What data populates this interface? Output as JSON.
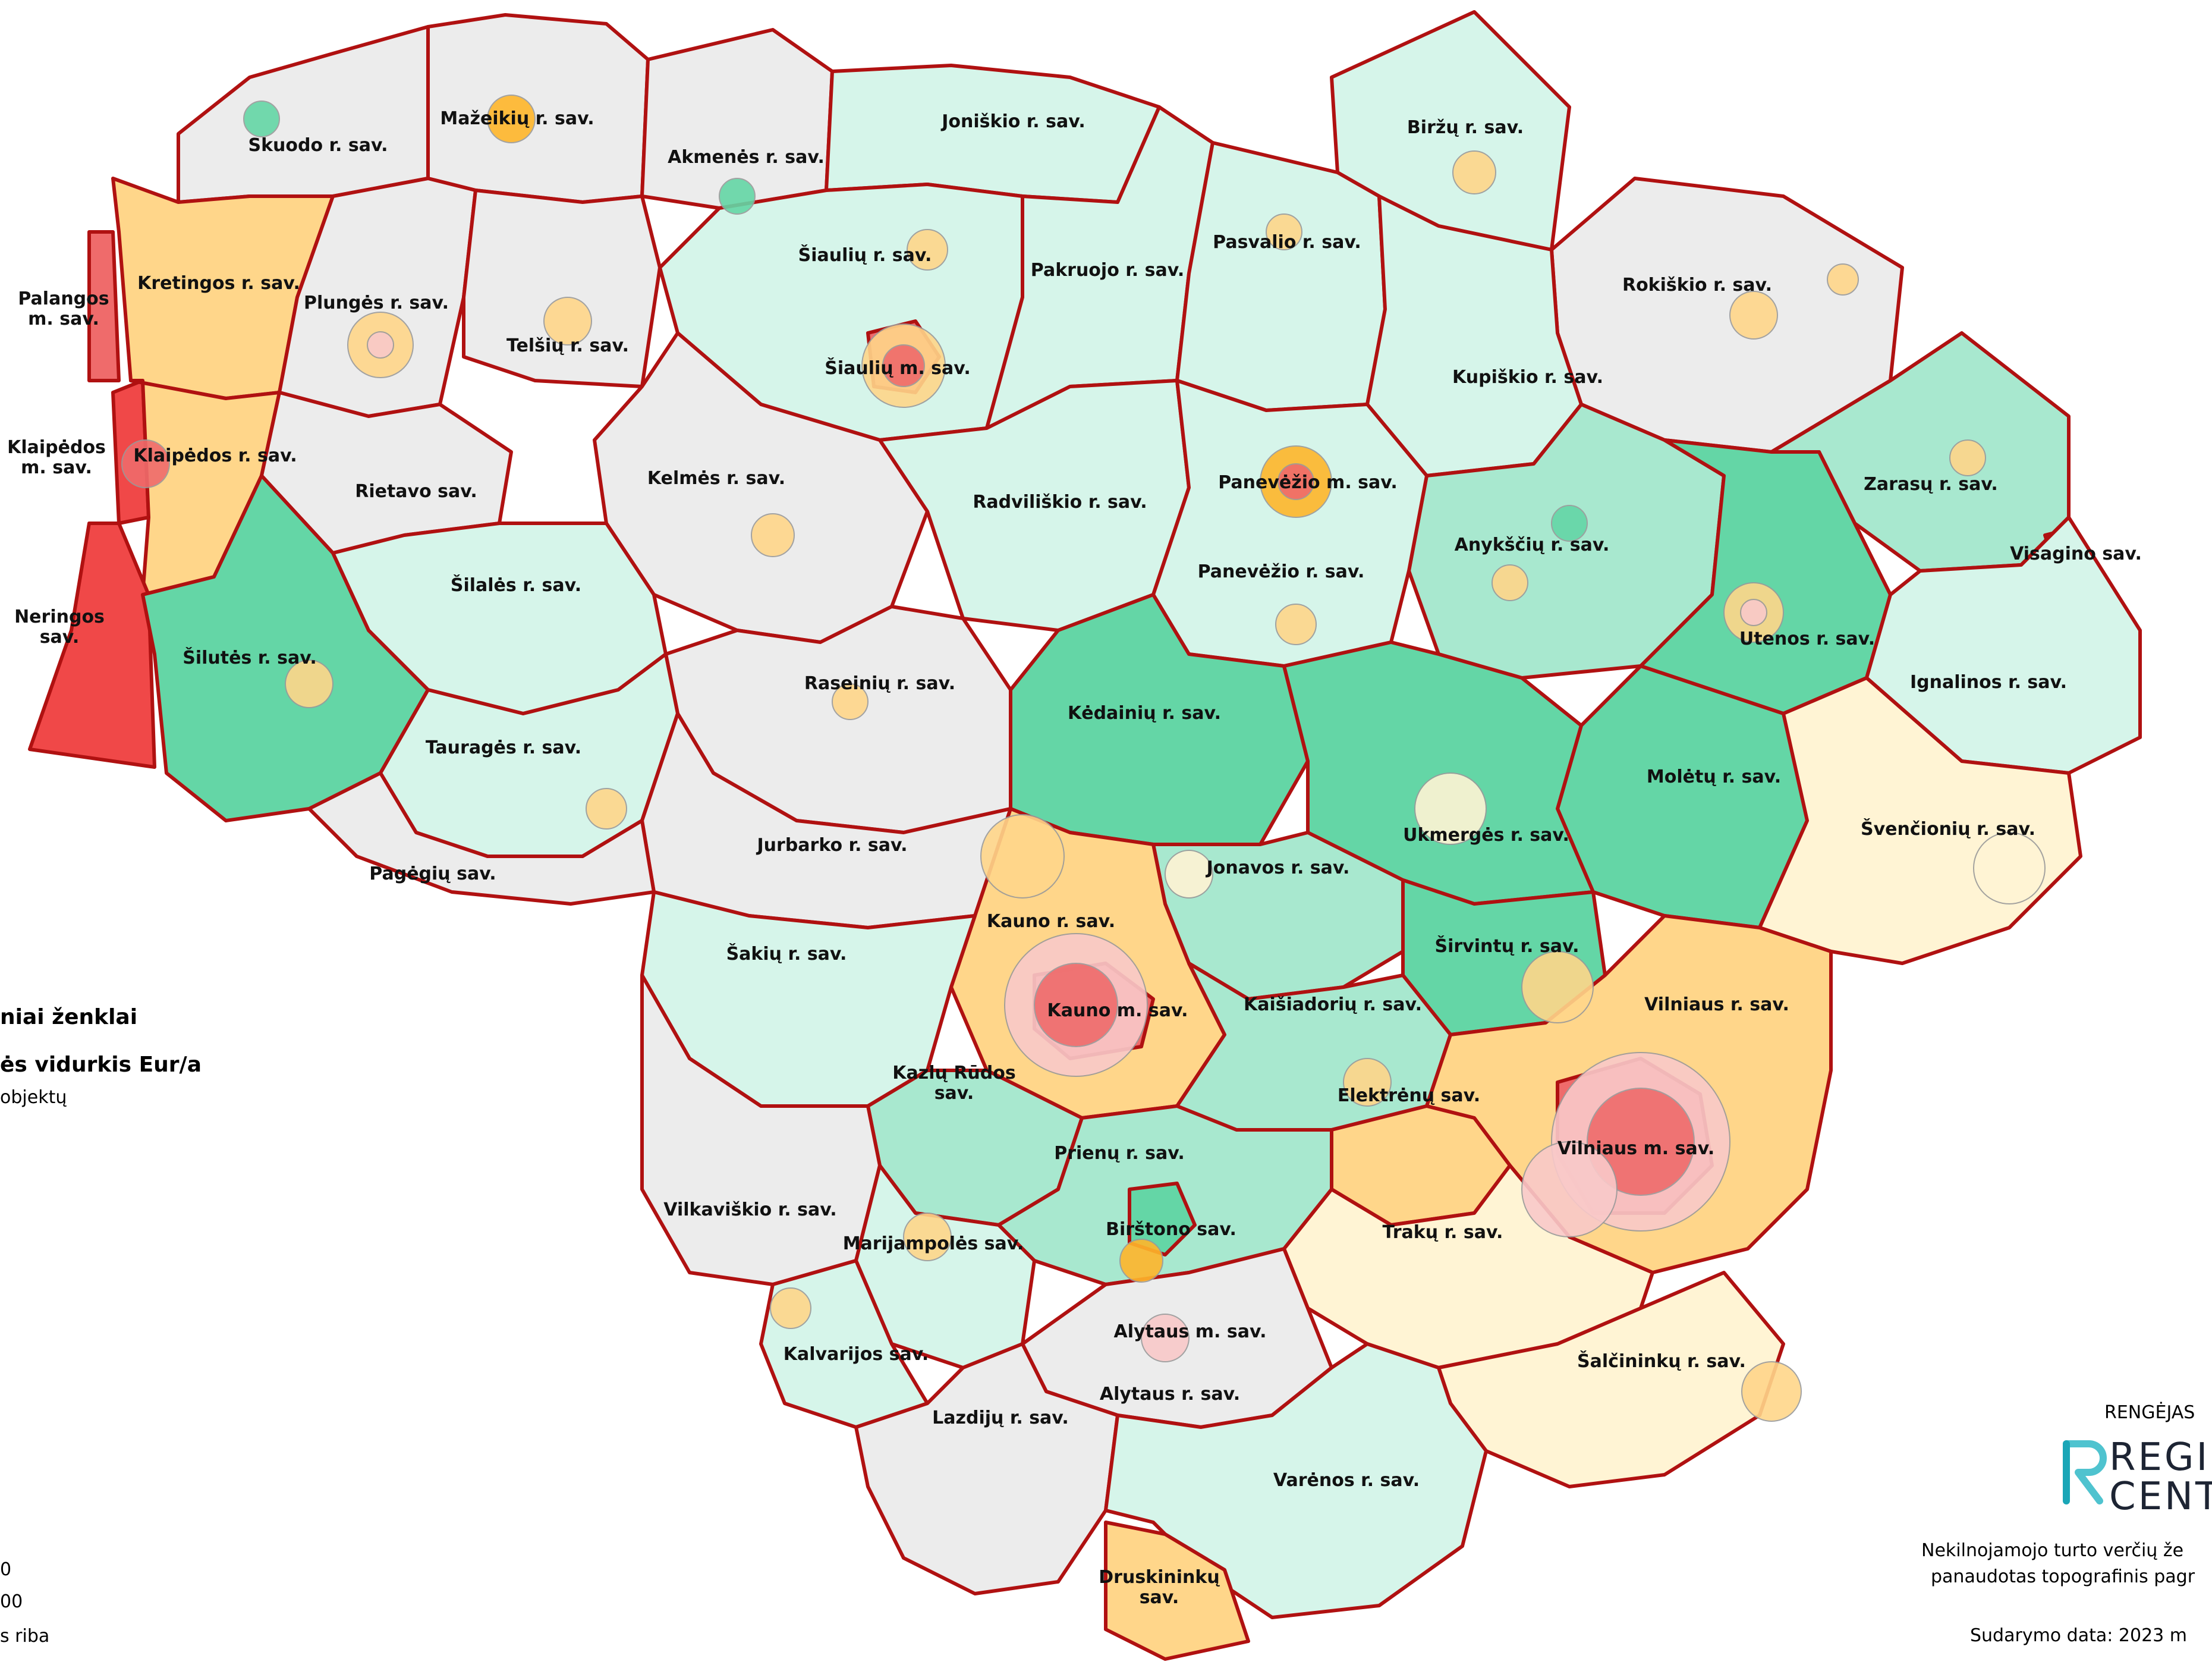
{
  "colors": {
    "very_low": "#ececec",
    "low": "#d6f5ea",
    "mid_low": "#a8e8cf",
    "mid": "#64d6a6",
    "green_high": "#2ecc8f",
    "pale_yellow": "#fff4d4",
    "yellow": "#ffd68a",
    "orange": "#ffb62b",
    "pink": "#f9c9c9",
    "red": "#ef6b6b",
    "strong_red": "#f04848",
    "boundary": "#b01111"
  },
  "legend": {
    "title": "niai ženklai",
    "subtitle": "ės vidurkis Eur/a",
    "note": "objektų",
    "item1": "0",
    "item2": "00",
    "item3": "s riba"
  },
  "credits": {
    "author_label": "RENGĖJAS",
    "logo_line1": "REGIST",
    "logo_line2": "CENTR",
    "desc_line1": "Nekilnojamojo turto verčių že",
    "desc_line2": "panaudotas topografinis pagr",
    "date": "Sudarymo data: 2023 m"
  },
  "municipalities": [
    {
      "id": "skuodo",
      "name": "Skuodo r. sav.",
      "fill": "very_low"
    },
    {
      "id": "mazeikiu",
      "name": "Mažeikių r. sav.",
      "fill": "very_low"
    },
    {
      "id": "akmenes",
      "name": "Akmenės r. sav.",
      "fill": "very_low"
    },
    {
      "id": "joniskio",
      "name": "Joniškio r. sav.",
      "fill": "low"
    },
    {
      "id": "birzu",
      "name": "Biržų r. sav.",
      "fill": "low"
    },
    {
      "id": "palangos",
      "name": "Palangos\nm. sav.",
      "fill": "red"
    },
    {
      "id": "kretingos",
      "name": "Kretingos r. sav.",
      "fill": "yellow"
    },
    {
      "id": "plunges",
      "name": "Plungės r. sav.",
      "fill": "very_low"
    },
    {
      "id": "telsiu",
      "name": "Telšių r. sav.",
      "fill": "very_low"
    },
    {
      "id": "siauliu_r",
      "name": "Šiaulių r. sav.",
      "fill": "low"
    },
    {
      "id": "pakruojo",
      "name": "Pakruojo r. sav.",
      "fill": "low"
    },
    {
      "id": "pasvalio",
      "name": "Pasvalio r. sav.",
      "fill": "low"
    },
    {
      "id": "rokiskio",
      "name": "Rokiškio r. sav.",
      "fill": "very_low"
    },
    {
      "id": "siauliu_m",
      "name": "Šiaulių m. sav.",
      "fill": "red"
    },
    {
      "id": "kupiskio",
      "name": "Kupiškio r. sav.",
      "fill": "low"
    },
    {
      "id": "klaipedos_m",
      "name": "Klaipėdos\nm. sav.",
      "fill": "strong_red"
    },
    {
      "id": "klaipedos_r",
      "name": "Klaipėdos r. sav.",
      "fill": "yellow"
    },
    {
      "id": "rietavo",
      "name": "Rietavo sav.",
      "fill": "very_low"
    },
    {
      "id": "kelmes",
      "name": "Kelmės r. sav.",
      "fill": "very_low"
    },
    {
      "id": "radviliskio",
      "name": "Radviliškio r. sav.",
      "fill": "low"
    },
    {
      "id": "panevezio_m",
      "name": "Panevėžio m. sav.",
      "fill": "red"
    },
    {
      "id": "zarasu",
      "name": "Zarasų r. sav.",
      "fill": "mid_low"
    },
    {
      "id": "anyksciu",
      "name": "Anykščių r. sav.",
      "fill": "mid_low"
    },
    {
      "id": "visagino",
      "name": "Visagino sav.",
      "fill": "pink"
    },
    {
      "id": "silales",
      "name": "Šilalės r. sav.",
      "fill": "low"
    },
    {
      "id": "panevezio_r",
      "name": "Panevėžio r. sav.",
      "fill": "low"
    },
    {
      "id": "neringos",
      "name": "Neringos\nsav.",
      "fill": "strong_red"
    },
    {
      "id": "utenos",
      "name": "Utenos r. sav.",
      "fill": "mid"
    },
    {
      "id": "silutes",
      "name": "Šilutės r. sav.",
      "fill": "mid"
    },
    {
      "id": "raseiniu",
      "name": "Raseinių r. sav.",
      "fill": "very_low"
    },
    {
      "id": "ignalinos",
      "name": "Ignalinos r. sav.",
      "fill": "low"
    },
    {
      "id": "kedainiu",
      "name": "Kėdainių r. sav.",
      "fill": "mid"
    },
    {
      "id": "taurages",
      "name": "Tauragės r. sav.",
      "fill": "low"
    },
    {
      "id": "moletu",
      "name": "Molėtų r. sav.",
      "fill": "mid"
    },
    {
      "id": "svencioniu",
      "name": "Švenčionių r. sav.",
      "fill": "pale_yellow"
    },
    {
      "id": "ukmerges",
      "name": "Ukmergės r. sav.",
      "fill": "mid"
    },
    {
      "id": "jurbarko",
      "name": "Jurbarko r. sav.",
      "fill": "very_low"
    },
    {
      "id": "pagegiu",
      "name": "Pagėgių sav.",
      "fill": "very_low"
    },
    {
      "id": "jonavos",
      "name": "Jonavos r. sav.",
      "fill": "mid_low"
    },
    {
      "id": "kauno_r",
      "name": "Kauno r. sav.",
      "fill": "yellow"
    },
    {
      "id": "sirvintu",
      "name": "Širvintų r. sav.",
      "fill": "mid"
    },
    {
      "id": "sakiu",
      "name": "Šakių r. sav.",
      "fill": "low"
    },
    {
      "id": "kauno_m",
      "name": "Kauno m. sav.",
      "fill": "red"
    },
    {
      "id": "kaisiadoriu",
      "name": "Kaišiadorių r. sav.",
      "fill": "mid_low"
    },
    {
      "id": "vilniaus_r",
      "name": "Vilniaus r. sav.",
      "fill": "yellow"
    },
    {
      "id": "kazlu_rudos",
      "name": "Kazlų Rūdos\nsav.",
      "fill": "mid_low"
    },
    {
      "id": "elektrenu",
      "name": "Elektrėnų sav.",
      "fill": "yellow"
    },
    {
      "id": "vilniaus_m",
      "name": "Vilniaus m. sav.",
      "fill": "red"
    },
    {
      "id": "prienu",
      "name": "Prienų r. sav.",
      "fill": "mid_low"
    },
    {
      "id": "vilkaviskio",
      "name": "Vilkaviškio r. sav.",
      "fill": "very_low"
    },
    {
      "id": "marijampoles",
      "name": "Marijampolės sav.",
      "fill": "low"
    },
    {
      "id": "birstono",
      "name": "Birštono sav.",
      "fill": "mid"
    },
    {
      "id": "traku",
      "name": "Trakų r. sav.",
      "fill": "pale_yellow"
    },
    {
      "id": "alytaus_m",
      "name": "Alytaus m. sav.",
      "fill": "pink"
    },
    {
      "id": "kalvarijos",
      "name": "Kalvarijos sav.",
      "fill": "low"
    },
    {
      "id": "salcininku",
      "name": "Šalčininkų r. sav.",
      "fill": "pale_yellow"
    },
    {
      "id": "alytaus_r",
      "name": "Alytaus r. sav.",
      "fill": "very_low"
    },
    {
      "id": "lazdiju",
      "name": "Lazdijų r. sav.",
      "fill": "very_low"
    },
    {
      "id": "varenos",
      "name": "Varėnos r. sav.",
      "fill": "low"
    },
    {
      "id": "druskininku",
      "name": "Druskininkų\nsav.",
      "fill": "yellow"
    }
  ]
}
